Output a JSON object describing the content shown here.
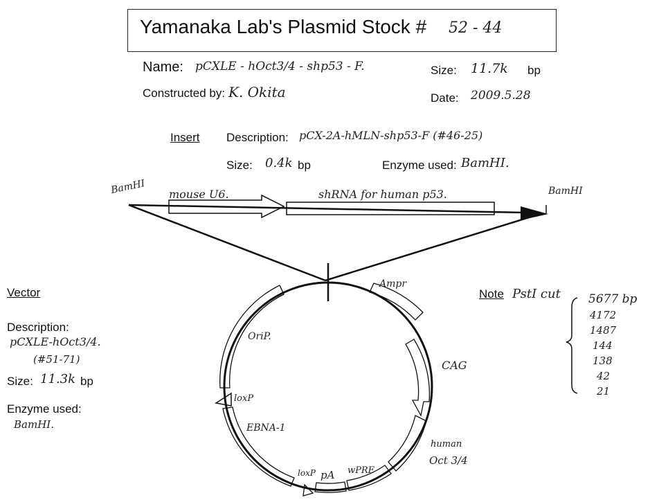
{
  "header": {
    "title": "Yamanaka Lab's Plasmid Stock #",
    "stock_number": "52 - 44"
  },
  "plasmid": {
    "name_label": "Name:",
    "name_value": "pCXLE - hOct3/4 - shp53 - F.",
    "size_label": "Size:",
    "size_value": "11.7k",
    "size_unit": "bp",
    "constructed_by_label": "Constructed by:",
    "constructed_by_value": "K. Okita",
    "date_label": "Date:",
    "date_value": "2009.5.28"
  },
  "insert": {
    "section_label": "Insert",
    "description_label": "Description:",
    "description_value": "pCX-2A-hMLN-shp53-F (#46-25)",
    "size_label": "Size:",
    "size_value": "0.4k",
    "size_unit": "bp",
    "enzyme_label": "Enzyme used:",
    "enzyme_value": "BamHI.",
    "left_site": "BamHI",
    "right_site": "BamHI",
    "element1": "mouse U6.",
    "element2": "shRNA for human p53."
  },
  "vector": {
    "section_label": "Vector",
    "description_label": "Description:",
    "description_value_line1": "pCXLE-hOct3/4.",
    "description_value_line2": "(#51-71)",
    "size_label": "Size:",
    "size_value": "11.3k",
    "size_unit": "bp",
    "enzyme_label": "Enzyme used:",
    "enzyme_value": "BamHI."
  },
  "map_labels": {
    "amp": "Ampr",
    "cag": "CAG",
    "human_oct_line1": "human",
    "human_oct_line2": "Oct 3/4",
    "wpre": "wPRE",
    "pa": "pA",
    "loxp_bottom": "loxP",
    "ebna": "EBNA-1",
    "loxp_left": "loxP",
    "orip": "OriP."
  },
  "note": {
    "section_label": "Note",
    "digest": "PstI cut",
    "fragments": [
      "5677 bp",
      "4172",
      "1487",
      "144",
      "138",
      "42",
      "21"
    ]
  }
}
